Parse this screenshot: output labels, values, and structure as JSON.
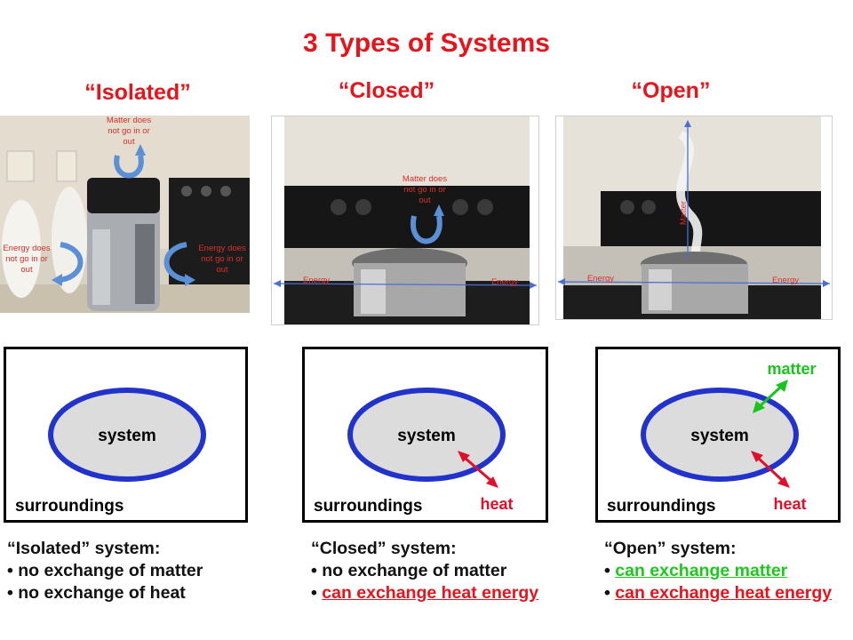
{
  "title": "3 Types of Systems",
  "columns": [
    {
      "label": "“Isolated”",
      "photo_notes": {
        "matter_line1": "Matter does",
        "matter_line2": "not go in or",
        "matter_line3": "out",
        "energy_left_line1": "Energy does",
        "energy_left_line2": "not go in or",
        "energy_left_line3": "out",
        "energy_right_line1": "Energy does",
        "energy_right_line2": "not go in or",
        "energy_right_line3": "out"
      },
      "diagram": {
        "system": "system",
        "surroundings": "surroundings"
      },
      "description": {
        "heading": "“Isolated” system:",
        "items": [
          "• no exchange of matter",
          "• no exchange of heat"
        ]
      }
    },
    {
      "label": "“Closed”",
      "photo_notes": {
        "matter_line1": "Matter does",
        "matter_line2": "not go in or",
        "matter_line3": "out",
        "energy_left": "Energy",
        "energy_right": "Energy"
      },
      "diagram": {
        "system": "system",
        "surroundings": "surroundings",
        "heat": "heat"
      },
      "description": {
        "heading": "“Closed” system:",
        "items": [
          "• no exchange of matter"
        ],
        "bullet": "•",
        "highlight": "can exchange heat energy"
      }
    },
    {
      "label": "“Open”",
      "photo_notes": {
        "matter": "Matter",
        "energy_left": "Energy",
        "energy_right": "Energy"
      },
      "diagram": {
        "system": "system",
        "surroundings": "surroundings",
        "heat": "heat",
        "matter": "matter"
      },
      "description": {
        "heading": "“Open” system:",
        "bullet1": "•",
        "highlight1": "can exchange matter",
        "bullet2": "•",
        "highlight2": "can exchange heat energy"
      }
    }
  ],
  "colors": {
    "title_red": "#e8141b",
    "ellipse_fill": "#dcdcdc",
    "ellipse_stroke": "#2233cc",
    "heat_arrow": "#e0102a",
    "matter_arrow": "#19c41c",
    "note_arrow": "#5b8fd6"
  }
}
